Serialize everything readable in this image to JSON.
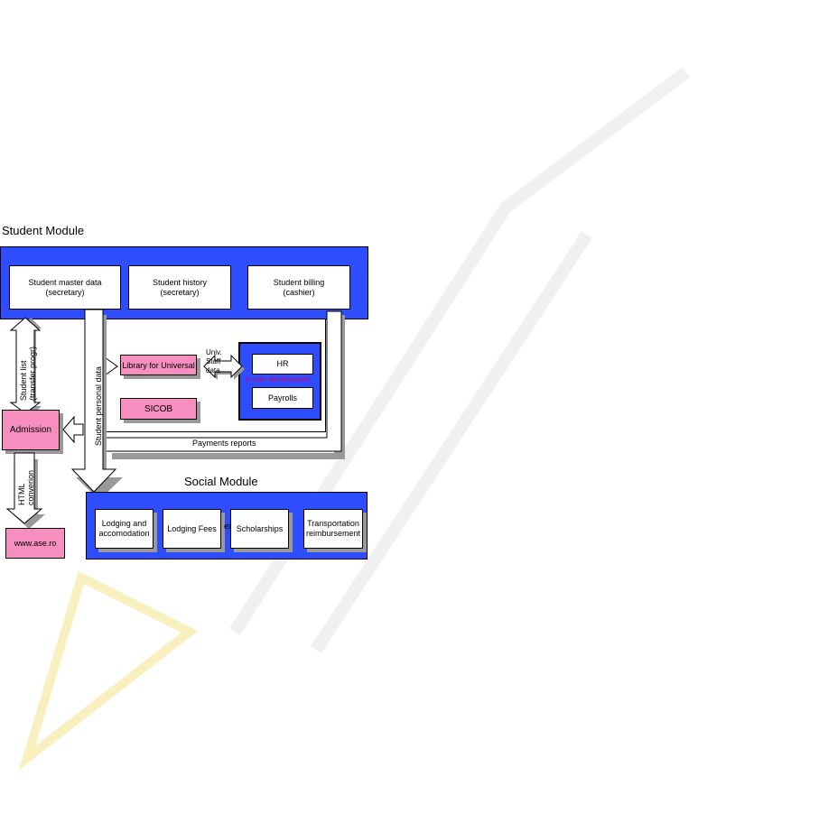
{
  "student_module": {
    "title": "Student  Module",
    "boxes": [
      {
        "label": "Student master data\n(secretary)"
      },
      {
        "label": "Student history\n(secretary)"
      },
      {
        "label": "Student billing\n(cashier)"
      }
    ]
  },
  "inner": {
    "library": "Library for Universal",
    "sicob": "SICOB",
    "staff_data": "Univ.\nStaff\ndata",
    "hr": "HR",
    "own_dev": "in own development",
    "payrolls": "Payrolls",
    "payments_reports": "Payments reports"
  },
  "left": {
    "student_list": "Student list\n(transfer progr)",
    "admission": "Admission",
    "html_conversion": "HTML\nconverion",
    "website": "www.ase.ro",
    "student_personal_data": "Student personal data"
  },
  "social_module": {
    "title": "Social  Module",
    "boxes": [
      {
        "label": "Lodging and\naccomodation"
      },
      {
        "label": "Lodging Fees"
      },
      {
        "label": "Scholarships"
      },
      {
        "label": "Transportation\nreimbursement"
      }
    ],
    "fragment": "ex"
  },
  "colors": {
    "module_blue": "#2d4dff",
    "pink_box": "#f68fc0",
    "shadow": "#999999"
  }
}
